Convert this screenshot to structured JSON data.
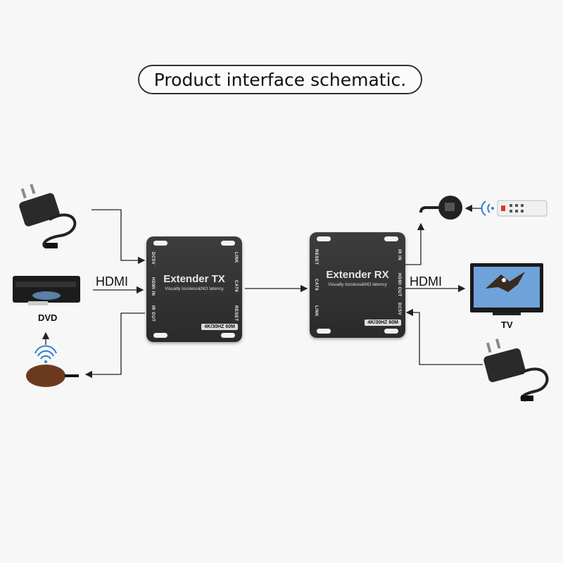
{
  "title": "Product interface schematic.",
  "connections": {
    "left_hdmi": "HDMI",
    "right_hdmi": "HDMI"
  },
  "devices": {
    "dvd": "DVD",
    "tv": "TV"
  },
  "transmitter": {
    "name": "Extender TX",
    "subtitle": "Visually lossless&NO latency",
    "spec": "4K/30HZ 60M",
    "ports": {
      "dc": "DC5V",
      "hdmi_in": "HDMI IN",
      "ir_out": "IR OUT",
      "link": "LINK",
      "cat6": "CAT6",
      "reset": "RESET"
    }
  },
  "receiver": {
    "name": "Extender RX",
    "subtitle": "Visually lossless&NO latency",
    "spec": "4K/30HZ 60M",
    "ports": {
      "reset": "RESET",
      "cat6": "CAT6",
      "link": "LINK",
      "ir_in": "IR IN",
      "hdmi_out": "HDMI OUT",
      "dc": "DC5V"
    }
  },
  "colors": {
    "box": "#333333",
    "ir_receiver": "#6b3a1e",
    "line": "#222222"
  }
}
